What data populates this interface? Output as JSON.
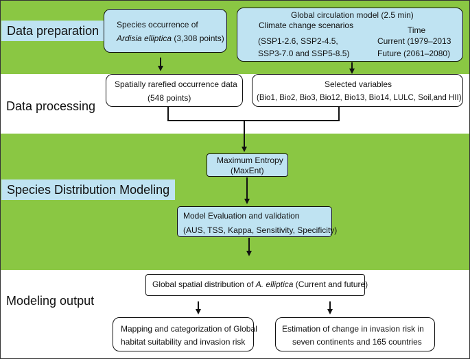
{
  "sections": {
    "data_preparation": "Data preparation",
    "data_processing": "Data processing",
    "species_distribution_modeling": "Species Distribution Modeling",
    "modeling_output": "Modeling output"
  },
  "boxes": {
    "species_occurrence": {
      "line1": "Species occurrence of",
      "line2_italic": "Ardisia elliptica",
      "line2_rest": " (3,308 points)"
    },
    "gcm": {
      "title": "Global circulation model (2.5 min)",
      "scenarios_title": "Climate change scenarios",
      "scenarios_line1": "(SSP1-2.6, SSP2-4.5,",
      "scenarios_line2": "SSP3-7.0 and SSP5-8.5)",
      "time_title": "Time",
      "current": "Current (1979–2013",
      "future": "Future   (2061–2080)"
    },
    "rarefied": {
      "line1": "Spatially rarefied occurrence data",
      "line2": "(548 points)"
    },
    "selected_variables": {
      "line1": "Selected variables",
      "line2": "(Bio1, Bio2, Bio3, Bio12, Bio13, Bio14, LULC, Soil,and HII)"
    },
    "maxent": {
      "line1": "Maximum Entropy",
      "line2": "(MaxEnt)"
    },
    "evaluation": {
      "line1": "Model Evaluation and validation",
      "line2": "(AUS, TSS, Kappa, Sensitivity, Specificity)"
    },
    "global_distribution": {
      "pre": "Global spatial distribution of ",
      "italic": "A. elliptica",
      "post": " (Current and future)"
    },
    "mapping": {
      "line1": "Mapping and categorization of Global",
      "line2": "habitat suitability and invasion risk"
    },
    "estimation": {
      "line1": "Estimation of change in invasion risk in",
      "line2": "seven continents and 165 countries"
    }
  },
  "colors": {
    "green_band": "#8ac743",
    "blue_box": "#bfe3f2",
    "white": "#ffffff",
    "line": "#111111"
  }
}
